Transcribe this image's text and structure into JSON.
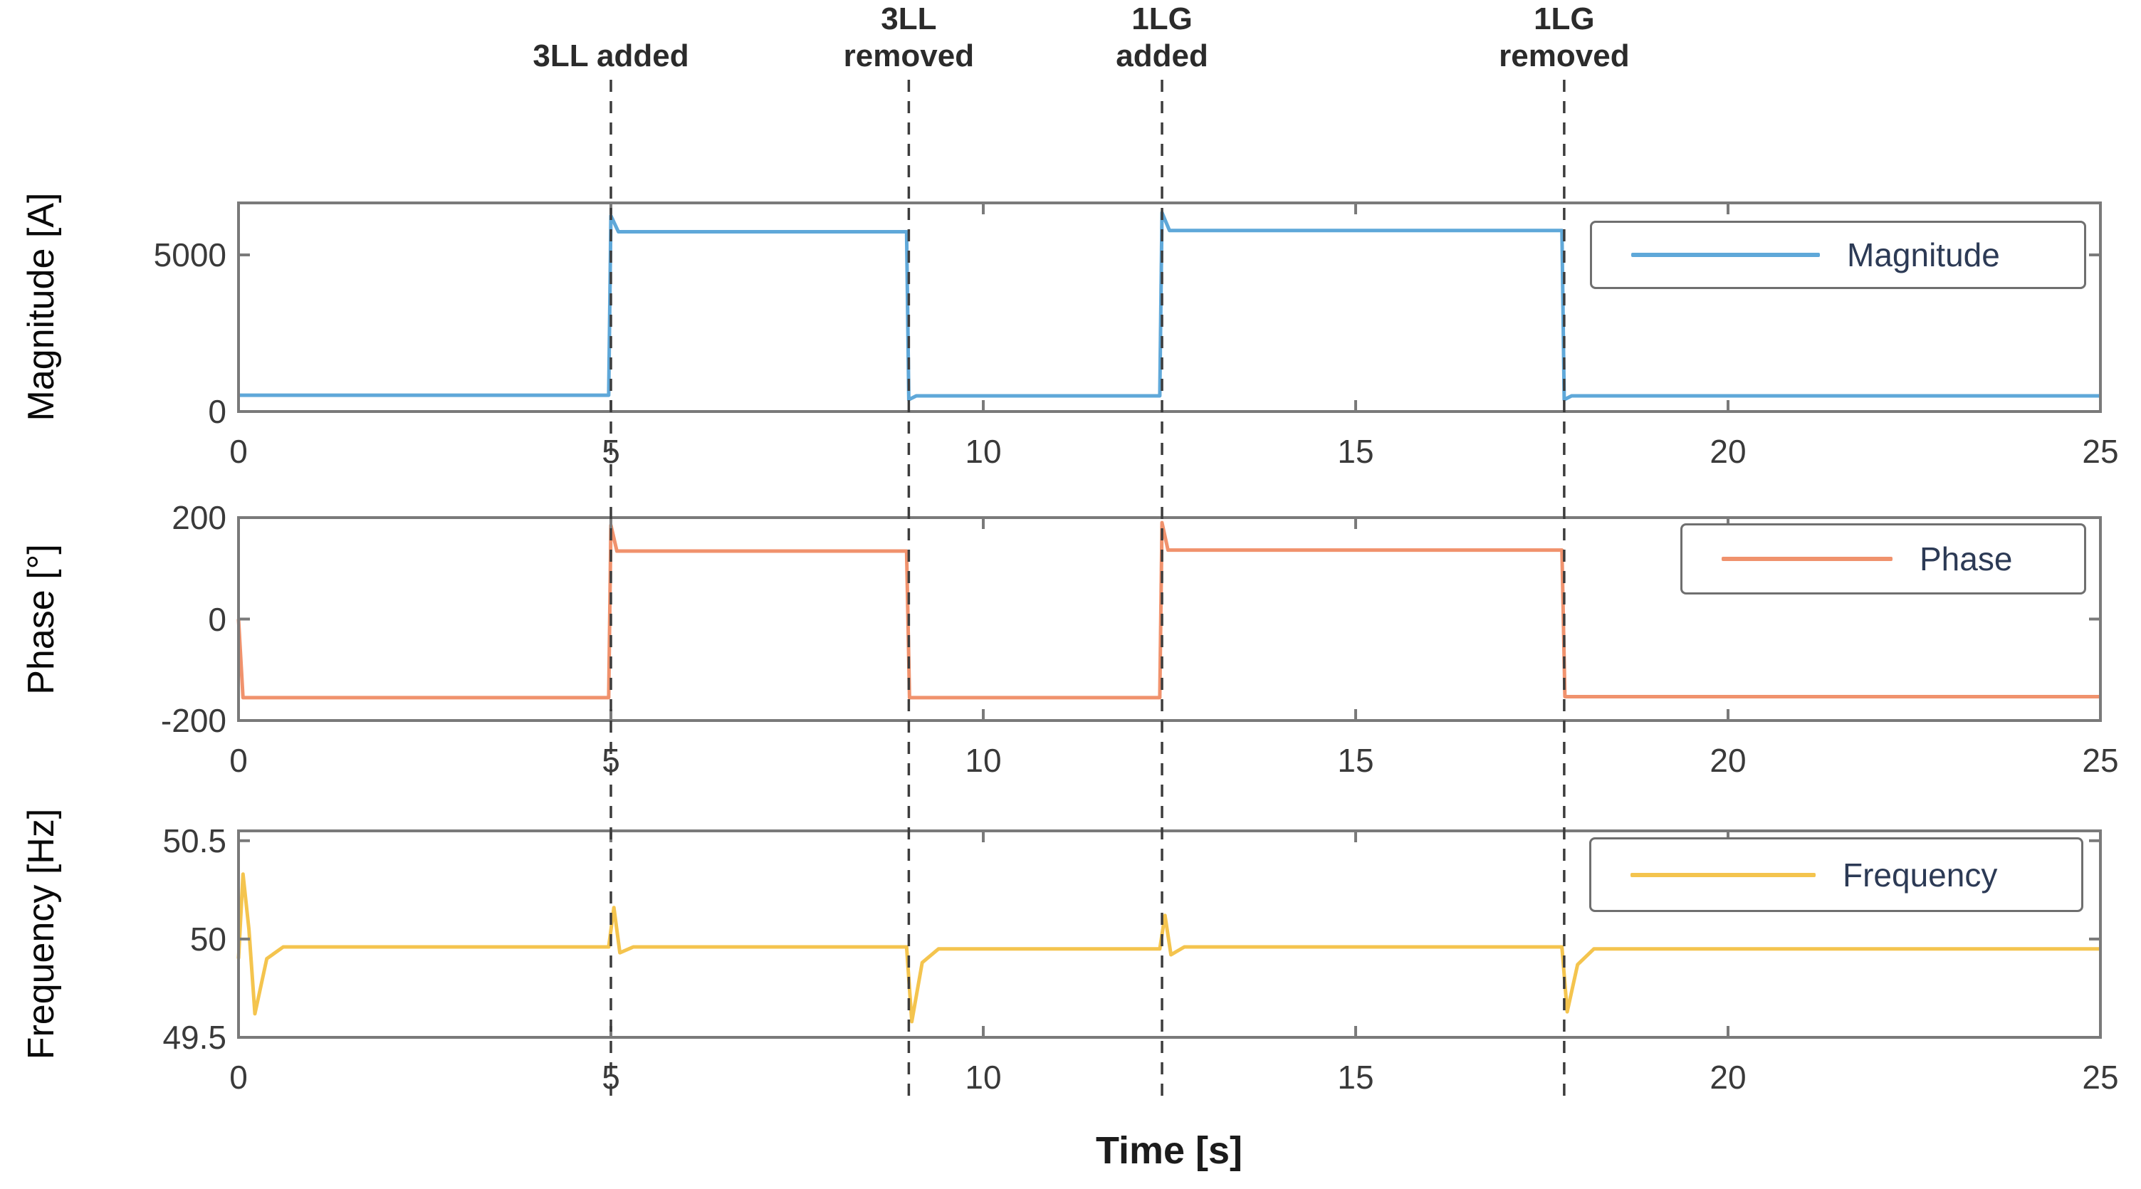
{
  "figure": {
    "xlabel": "Time [s]",
    "background": "#ffffff",
    "frame_color": "#7a7a7a",
    "dashed_line_color": "#3c3c3c",
    "tick_text_color": "#3a3a3a"
  },
  "events": [
    {
      "t": 5,
      "lines": [
        "3LL added"
      ]
    },
    {
      "t": 9,
      "lines": [
        "3LL",
        "removed"
      ]
    },
    {
      "t": 12.4,
      "lines": [
        "1LG",
        "added"
      ]
    },
    {
      "t": 17.8,
      "lines": [
        "1LG",
        "removed"
      ]
    }
  ],
  "chart_data": [
    {
      "id": "magnitude",
      "type": "line",
      "ylabel": "Magnitude [A]",
      "legend": "Magnitude",
      "color": "#5fa8d9",
      "xlim": [
        0,
        25
      ],
      "ylim": [
        0,
        6660
      ],
      "xticks": [
        0,
        5,
        10,
        15,
        20,
        25
      ],
      "yticks": [
        0,
        5000
      ],
      "grid": false,
      "legend_position": "top-right",
      "points": [
        [
          0,
          520
        ],
        [
          4.97,
          520
        ],
        [
          5.0,
          6250
        ],
        [
          5.1,
          5740
        ],
        [
          8.97,
          5740
        ],
        [
          9.0,
          380
        ],
        [
          9.1,
          500
        ],
        [
          12.37,
          500
        ],
        [
          12.4,
          6350
        ],
        [
          12.5,
          5780
        ],
        [
          17.77,
          5780
        ],
        [
          17.8,
          380
        ],
        [
          17.9,
          500
        ],
        [
          25,
          500
        ]
      ]
    },
    {
      "id": "phase",
      "type": "line",
      "ylabel": "Phase [°]",
      "legend": "Phase",
      "color": "#f0926d",
      "xlim": [
        0,
        25
      ],
      "ylim": [
        -200,
        200
      ],
      "xticks": [
        0,
        5,
        10,
        15,
        20,
        25
      ],
      "yticks": [
        200,
        0,
        -200
      ],
      "grid": false,
      "legend_position": "top-right",
      "points": [
        [
          0,
          0
        ],
        [
          0.06,
          -155
        ],
        [
          4.97,
          -155
        ],
        [
          5.0,
          185
        ],
        [
          5.08,
          134
        ],
        [
          8.97,
          134
        ],
        [
          9.01,
          -155
        ],
        [
          12.37,
          -155
        ],
        [
          12.4,
          190
        ],
        [
          12.48,
          136
        ],
        [
          17.77,
          136
        ],
        [
          17.81,
          -153
        ],
        [
          25,
          -153
        ]
      ]
    },
    {
      "id": "frequency",
      "type": "line",
      "ylabel": "Frequency [Hz]",
      "legend": "Frequency",
      "color": "#f4c44e",
      "xlim": [
        0,
        25
      ],
      "ylim": [
        49.5,
        50.55
      ],
      "xticks": [
        0,
        5,
        10,
        15,
        20,
        25
      ],
      "yticks": [
        50.5,
        50,
        49.5
      ],
      "grid": false,
      "legend_position": "top-right",
      "points": [
        [
          0,
          49.9
        ],
        [
          0.06,
          50.33
        ],
        [
          0.14,
          50.05
        ],
        [
          0.22,
          49.62
        ],
        [
          0.38,
          49.9
        ],
        [
          0.6,
          49.96
        ],
        [
          4.97,
          49.96
        ],
        [
          5.04,
          50.16
        ],
        [
          5.12,
          49.93
        ],
        [
          5.3,
          49.96
        ],
        [
          8.97,
          49.96
        ],
        [
          9.04,
          49.58
        ],
        [
          9.18,
          49.88
        ],
        [
          9.4,
          49.95
        ],
        [
          12.37,
          49.95
        ],
        [
          12.44,
          50.12
        ],
        [
          12.52,
          49.92
        ],
        [
          12.7,
          49.96
        ],
        [
          17.77,
          49.96
        ],
        [
          17.84,
          49.63
        ],
        [
          17.98,
          49.87
        ],
        [
          18.2,
          49.95
        ],
        [
          25,
          49.95
        ]
      ]
    }
  ]
}
